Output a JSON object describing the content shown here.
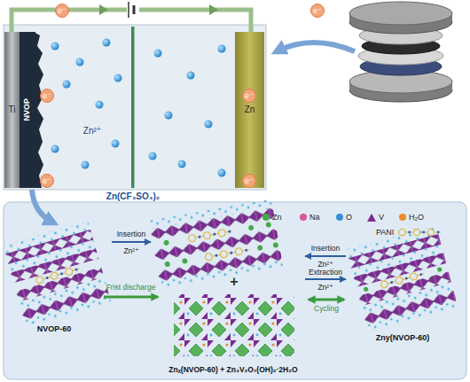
{
  "diagram": {
    "nodes": [
      {
        "text": [
          "Ti"
        ]
      },
      {
        "text": [
          "NVOP"
        ]
      },
      {
        "text": [
          "Zn"
        ]
      },
      {
        "text": [
          "NVOP-60"
        ]
      },
      {
        "text": [
          "Zny(NVOP-60)"
        ]
      },
      {
        "text": [
          "Znₓ(NVOP-60) + Zn₃V₂O₇(OH)₂·2H₂O"
        ]
      }
    ],
    "edges": [
      {
        "from": 3,
        "to": 5,
        "arrow": "to",
        "label": "Frist discharge"
      },
      {
        "from": 5,
        "to": 4,
        "arrow": "both",
        "label": "Cycling"
      }
    ],
    "labels": [
      "e⁻",
      "e⁻",
      "e⁻",
      "e⁻",
      "e⁻",
      "e⁻",
      "Zn²⁺",
      "Zn(CF₃SO₃)₂",
      "Insertion",
      "Zn²⁺",
      "Insertion",
      "Zn²⁺",
      "Extraction",
      "Zn²⁺",
      "+"
    ],
    "legend": [
      {
        "text": "Zn",
        "color": "#45a84a"
      },
      {
        "text": "Na",
        "color": "#d8579d"
      },
      {
        "text": "O",
        "color": "#3a8fd6"
      },
      {
        "text": "V"
      },
      {
        "text": "H₂O",
        "color": "#f08a2c"
      },
      {
        "text": "PANI"
      }
    ]
  }
}
